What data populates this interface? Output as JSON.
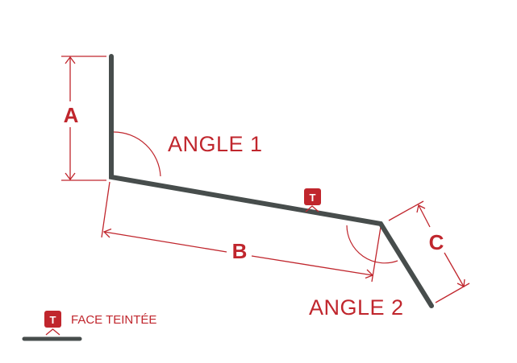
{
  "colors": {
    "accent": "#c0262d",
    "profile": "#474d4c",
    "guide": "#c0262d"
  },
  "dimensions": {
    "a": "A",
    "b": "B",
    "c": "C"
  },
  "angles": {
    "angle1": "ANGLE 1",
    "angle2": "ANGLE 2"
  },
  "badge": {
    "letter": "T",
    "icon": "tinted-face-badge-icon"
  },
  "legend": {
    "badge_letter": "T",
    "label": "FACE TEINTÉE"
  }
}
